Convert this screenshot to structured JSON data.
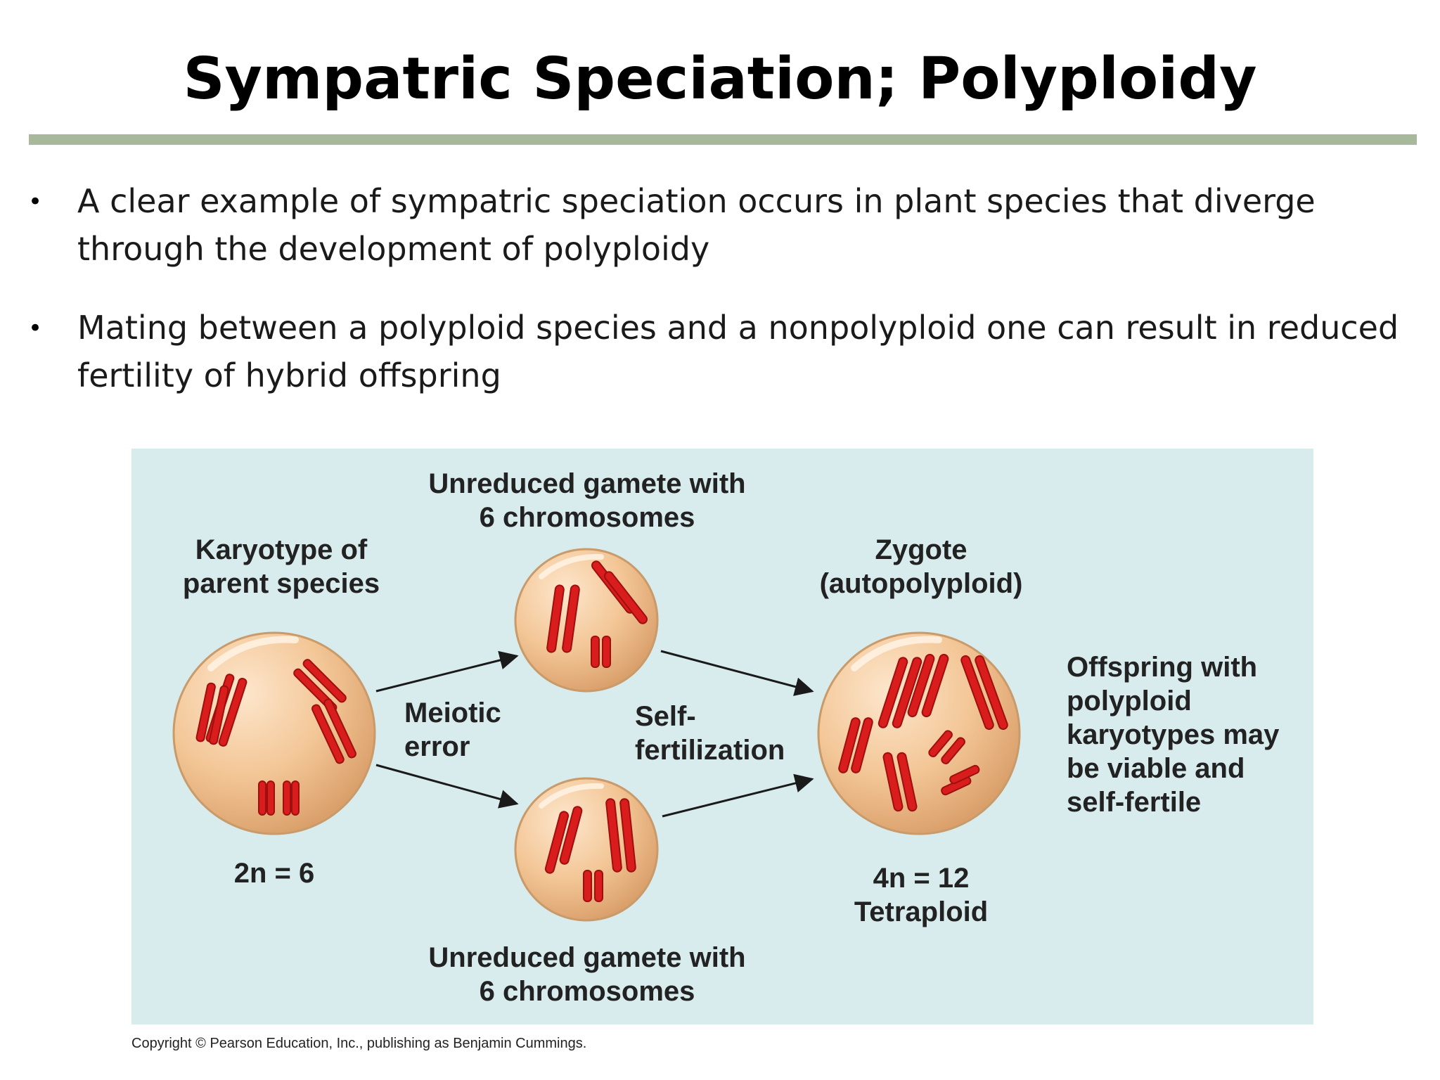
{
  "title": "Sympatric Speciation; Polyploidy",
  "bullets": [
    "A clear example of sympatric speciation occurs in plant species that diverge through the development of polyploidy",
    "Mating between a polyploid species and a nonpolyploid one can result in reduced fertility of hybrid offspring"
  ],
  "figure": {
    "parent_label": "Karyotype of\nparent species",
    "parent_ploidy": "2n = 6",
    "gamete_top_label": "Unreduced gamete with\n6 chromosomes",
    "gamete_bottom_label": "Unreduced gamete with\n6 chromosomes",
    "meiotic_error_label": "Meiotic\nerror",
    "self_fert_label": "Self-\nfertilization",
    "zygote_label": "Zygote\n(autopolyploid)",
    "zygote_ploidy": "4n = 12",
    "zygote_type": "Tetraploid",
    "offspring_label": "Offspring with\npolyploid\nkaryotypes may\nbe viable and\nself-fertile",
    "colors": {
      "panel_background": "#d8ecee",
      "cell_fill": "#f3c696",
      "cell_edge": "#c99a6a",
      "chromosome": "#d91d1d",
      "arrow": "#1a1a1a",
      "title_rule": "#a8b89a"
    }
  },
  "copyright": "Copyright © Pearson Education, Inc., publishing as Benjamin Cummings."
}
